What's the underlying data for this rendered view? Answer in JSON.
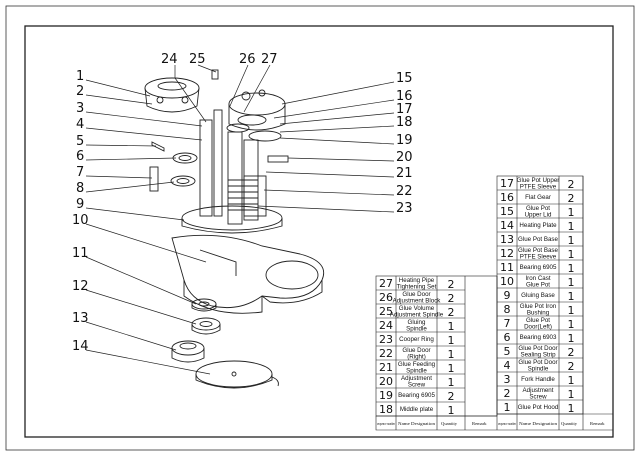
{
  "callouts": [
    "1",
    "2",
    "3",
    "4",
    "5",
    "6",
    "7",
    "8",
    "9",
    "10",
    "11",
    "12",
    "13",
    "14",
    "15",
    "16",
    "17",
    "18",
    "19",
    "20",
    "21",
    "22",
    "23",
    "24",
    "25",
    "26",
    "27"
  ],
  "bom_right": [
    {
      "no": "17",
      "name": "Glue Pot Upper PTFE Sleeve",
      "qty": "2"
    },
    {
      "no": "16",
      "name": "Flat Gear",
      "qty": "2"
    },
    {
      "no": "15",
      "name": "Glue Pot Upper Lid",
      "qty": "1"
    },
    {
      "no": "14",
      "name": "Heating Plate",
      "qty": "1"
    },
    {
      "no": "13",
      "name": "Glue Pot Base",
      "qty": "1"
    },
    {
      "no": "12",
      "name": "Glue Pot Base PTFE Sleeve",
      "qty": "1"
    },
    {
      "no": "11",
      "name": "Bearing 6905",
      "qty": "1"
    },
    {
      "no": "10",
      "name": "Iron Cast Glue Pot",
      "qty": "1"
    },
    {
      "no": "9",
      "name": "Gluing Base",
      "qty": "1"
    },
    {
      "no": "8",
      "name": "Glue Pot Iron Bushing",
      "qty": "1"
    },
    {
      "no": "7",
      "name": "Glue Pot Door(Left)",
      "qty": "1"
    },
    {
      "no": "6",
      "name": "Bearing 6903",
      "qty": "1"
    },
    {
      "no": "5",
      "name": "Glue Pot Door Sealing Strip",
      "qty": "2"
    },
    {
      "no": "4",
      "name": "Glue Pot Door Spindle",
      "qty": "2"
    },
    {
      "no": "3",
      "name": "Fork Handle",
      "qty": "1"
    },
    {
      "no": "2",
      "name": "Adjustment Screw",
      "qty": "1"
    },
    {
      "no": "1",
      "name": "Glue Pot Hood",
      "qty": "1"
    }
  ],
  "bom_left": [
    {
      "no": "27",
      "name": "Heating Pipe Tightening Set",
      "qty": "2"
    },
    {
      "no": "26",
      "name": "Glue Door Adjustment Block",
      "qty": "2"
    },
    {
      "no": "25",
      "name": "Glue Volume Adjustment Spindle",
      "qty": "2"
    },
    {
      "no": "24",
      "name": "Gluing Spindle",
      "qty": "1"
    },
    {
      "no": "23",
      "name": "Cooper Ring",
      "qty": "1"
    },
    {
      "no": "22",
      "name": "Glue Door (Right)",
      "qty": "1"
    },
    {
      "no": "21",
      "name": "Glue Feeding Spindle",
      "qty": "1"
    },
    {
      "no": "20",
      "name": "Adjustment Screw",
      "qty": "1"
    },
    {
      "no": "19",
      "name": "Bearing 6905",
      "qty": "2"
    },
    {
      "no": "18",
      "name": "Middle plate",
      "qty": "1"
    }
  ],
  "headers": {
    "left": [
      "sequence number",
      "Name Designation",
      "Quantity",
      "Remark"
    ],
    "right": [
      "sequence number",
      "Name Designation",
      "Quantity",
      "Remark"
    ]
  }
}
